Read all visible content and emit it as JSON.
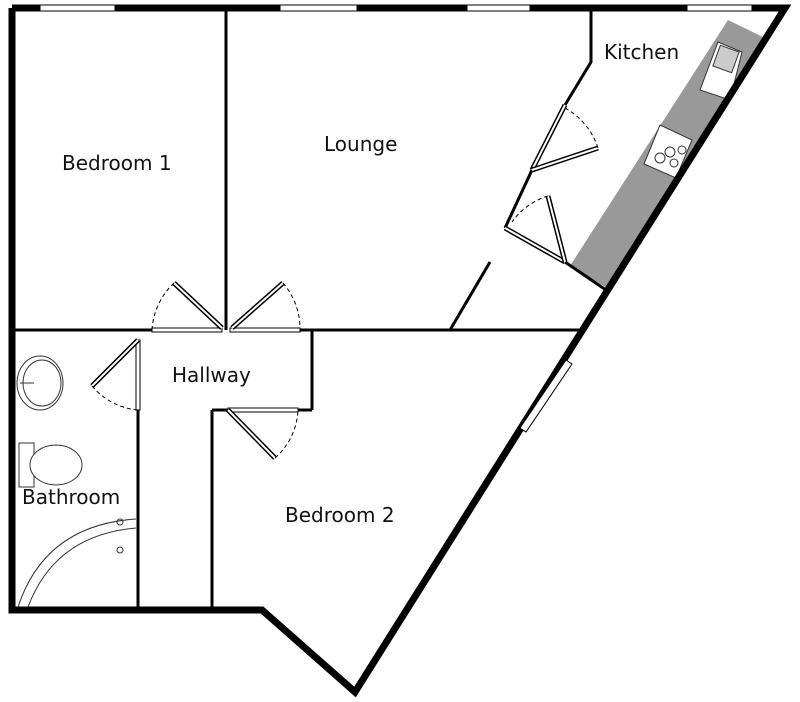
{
  "floorplan": {
    "rooms": {
      "bedroom1": "Bedroom 1",
      "lounge": "Lounge",
      "kitchen": "Kitchen",
      "hallway": "Hallway",
      "bathroom": "Bathroom",
      "bedroom2": "Bedroom 2"
    },
    "colors": {
      "wall": "#000000",
      "counter": "#999999",
      "background": "#ffffff"
    }
  }
}
